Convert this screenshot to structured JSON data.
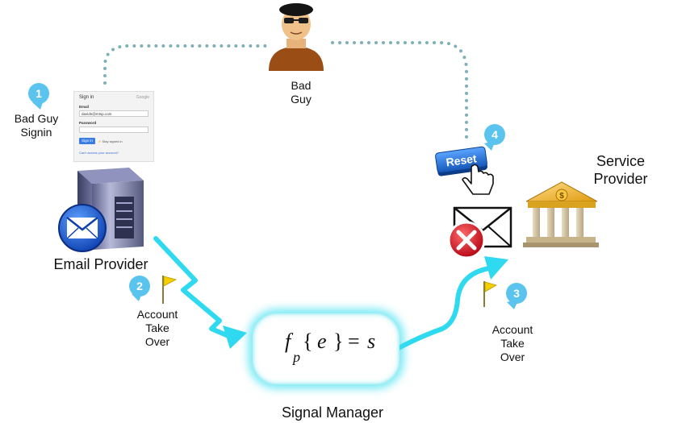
{
  "labels": {
    "bad_guy": "Bad\nGuy",
    "bad_guy_signin": "Bad Guy\nSignin",
    "email_provider": "Email Provider",
    "account_takeover_left": "Account\nTake\nOver",
    "account_takeover_right": "Account\nTake\nOver",
    "service_provider": "Service\nProvider",
    "signal_manager": "Signal Manager"
  },
  "steps": [
    "1",
    "2",
    "3",
    "4"
  ],
  "signin": {
    "title": "Sign in",
    "brand": "Google",
    "email_label": "Email",
    "email_value": "davidn@mtsp.com",
    "password_label": "Password",
    "button": "Sign in",
    "stay_signed_in": "Stay signed in",
    "help_link": "Can't access your account?"
  },
  "reset_button": "Reset",
  "formula": {
    "f": "f",
    "sub": "p",
    "open": "{",
    "e": "e",
    "close": "}",
    "eq": "=",
    "s": "s"
  },
  "colors": {
    "dotted_path": "#7fb0b8",
    "flow_arrow": "#2fd9f0",
    "badge": "#5bc4ee",
    "formula_glow": "#3ce0f0",
    "reset_button": "#1f6fd4",
    "error_x": "#d01f2a",
    "flag": "#f4d000"
  },
  "icons": [
    "bad-guy-avatar-icon",
    "sign-in-form-icon",
    "server-icon",
    "email-envelope-icon",
    "reset-button-icon",
    "hand-cursor-icon",
    "envelope-error-icon",
    "bank-building-icon",
    "flag-icon"
  ]
}
